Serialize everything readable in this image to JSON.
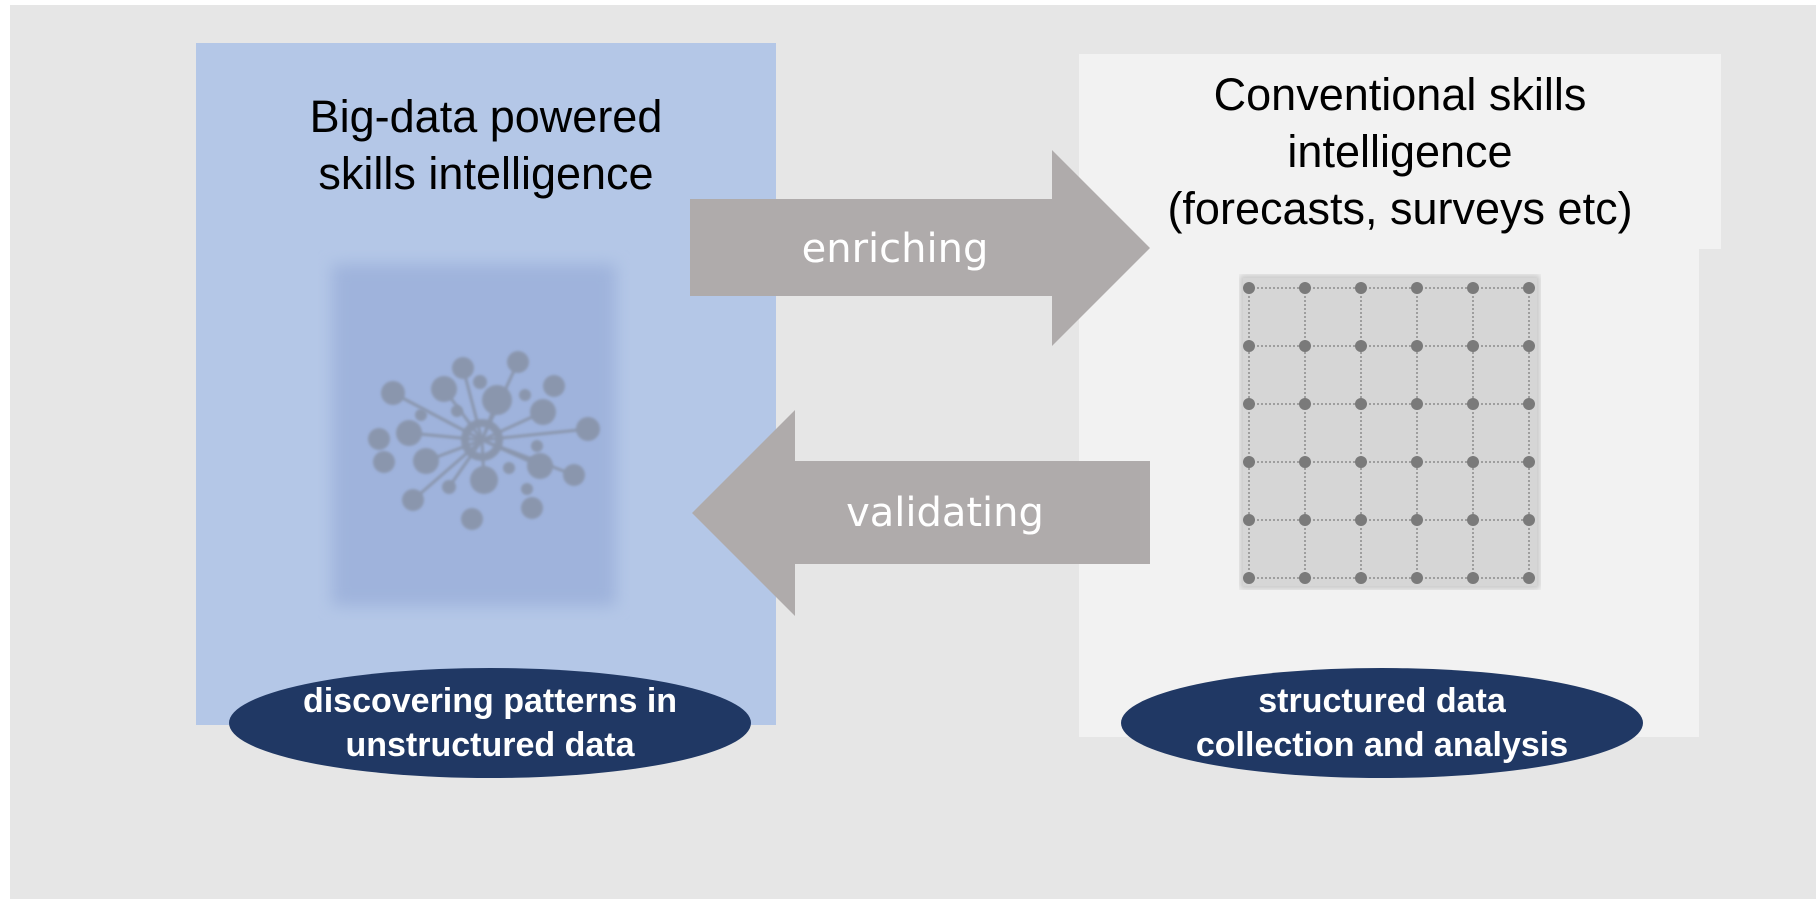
{
  "left_panel": {
    "title_line1": "Big-data powered",
    "title_line2": "skills intelligence",
    "pill_line1": "discovering patterns in",
    "pill_line2": "unstructured data",
    "illustration_icon": "network-cluster-icon"
  },
  "right_panel": {
    "title_line1": "Conventional skills",
    "title_line2": "intelligence",
    "title_line3": "(forecasts, surveys etc)",
    "pill_line1": "structured data",
    "pill_line2": "collection and analysis",
    "illustration_icon": "grid-network-icon"
  },
  "arrows": {
    "top_label": "enriching",
    "bottom_label": "validating"
  },
  "colors": {
    "background": "#e6e6e6",
    "left_panel": "#b4c7e7",
    "right_panel": "#f2f2f2",
    "arrow": "#afabab",
    "pill": "#203864"
  }
}
